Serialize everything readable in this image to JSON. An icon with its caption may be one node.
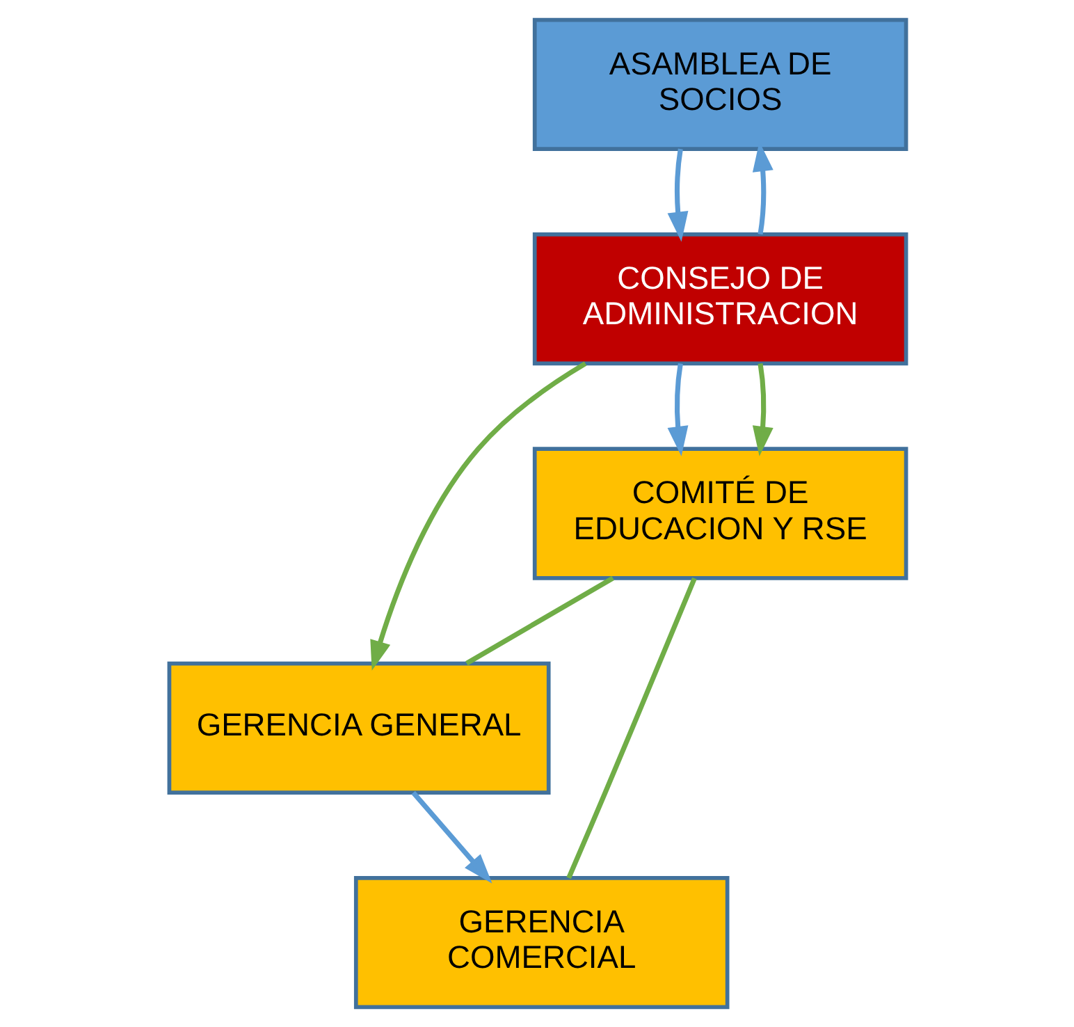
{
  "diagram": {
    "nodes": [
      {
        "text": [
          "ASAMBLEA DE SOCIOS"
        ]
      },
      {
        "text": [
          "CONSEJO DE ADMINISTRACION"
        ]
      },
      {
        "text": [
          "COMITÉ DE EDUCACION Y RSE"
        ]
      },
      {
        "text": [
          "GERENCIA GENERAL"
        ]
      },
      {
        "text": [
          "GERENCIA COMERCIAL"
        ]
      }
    ],
    "edges": [
      {
        "from": 0,
        "to": 1,
        "arrow": "to",
        "color": "#5b9bd5"
      },
      {
        "from": 1,
        "to": 0,
        "arrow": "to",
        "color": "#5b9bd5"
      },
      {
        "from": 1,
        "to": 2,
        "arrow": "to",
        "color": "#5b9bd5"
      },
      {
        "from": 1,
        "to": 2,
        "arrow": "to",
        "color": "#70ad47"
      },
      {
        "from": 1,
        "to": 3,
        "arrow": "to",
        "color": "#70ad47"
      },
      {
        "from": 3,
        "to": 4,
        "arrow": "to",
        "color": "#5b9bd5"
      },
      {
        "from": 2,
        "to": 3,
        "arrow": "none",
        "color": "#70ad47"
      },
      {
        "from": 2,
        "to": 4,
        "arrow": "none",
        "color": "#70ad47"
      }
    ]
  }
}
